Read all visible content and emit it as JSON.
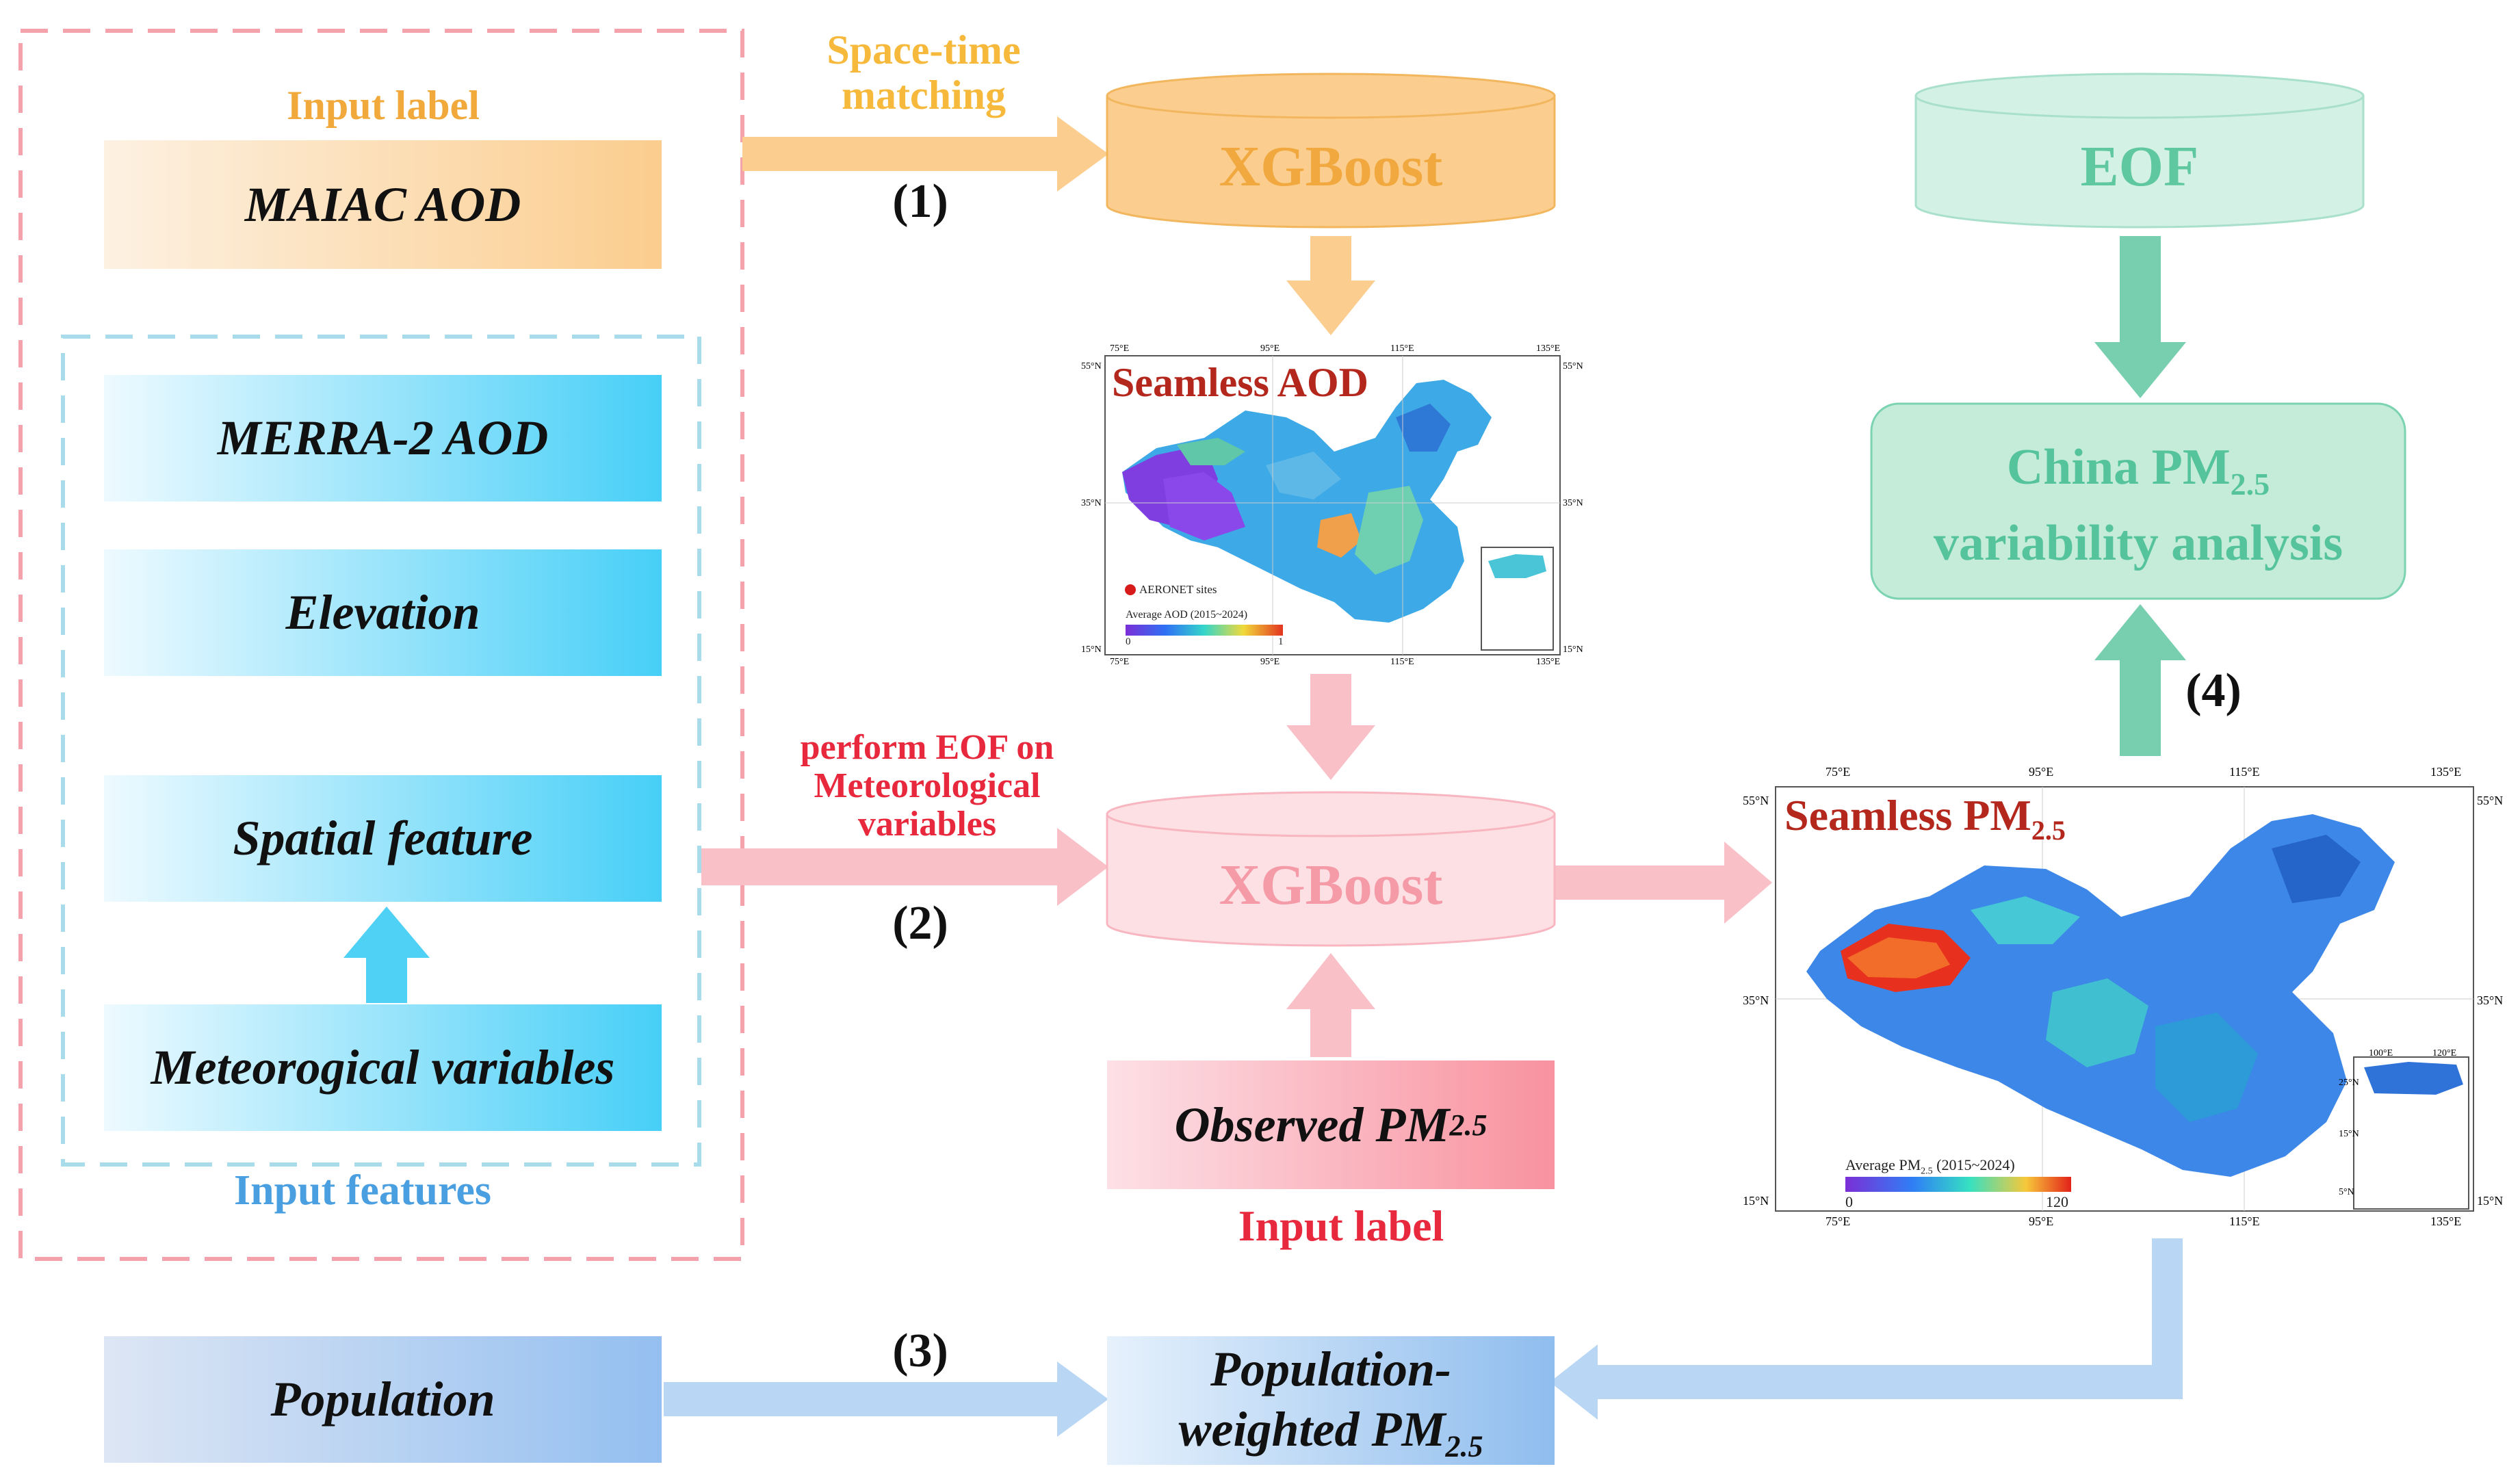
{
  "input_label_top": "Input label",
  "input_label_bottom": "Input label",
  "input_features": "Input features",
  "boxes": {
    "maiac": "MAIAC AOD",
    "merra": "MERRA-2 AOD",
    "elevation": "Elevation",
    "spatial": "Spatial feature",
    "meteo": "Meteorogical variables",
    "population": "Population",
    "observed": "Observed PM",
    "observed_sub": "2.5",
    "popweighted_line1": "Population-",
    "popweighted_line2": "weighted PM",
    "popweighted_sub": "2.5"
  },
  "arrows": {
    "step1_top": "Space-time",
    "step1_bottom": "matching",
    "step1_num": "(1)",
    "step2_line1": "perform EOF on",
    "step2_line2": "Meteorological",
    "step2_line3": "variables",
    "step2_num": "(2)",
    "step3_num": "(3)",
    "step4_num": "(4)"
  },
  "cylinders": {
    "xgb1": "XGBoost",
    "xgb2": "XGBoost",
    "eof": "EOF"
  },
  "analysis": {
    "line1": "China PM",
    "line1_sub": "2.5",
    "line2": "variability analysis"
  },
  "map_aod": {
    "title": "Seamless AOD",
    "legend_sites": "AERONET sites",
    "legend_title": "Average AOD (2015~2024)",
    "legend_min": "0",
    "legend_max": "1",
    "lon_ticks": [
      "75°E",
      "95°E",
      "115°E",
      "135°E"
    ],
    "lat_ticks": [
      "55°N",
      "35°N",
      "15°N"
    ]
  },
  "map_pm": {
    "title": "Seamless PM",
    "title_sub": "2.5",
    "legend_title": "Average PM",
    "legend_title_sub": "2.5",
    "legend_title_tail": " (2015~2024)",
    "legend_min": "0",
    "legend_max": "120",
    "lon_ticks": [
      "75°E",
      "95°E",
      "115°E",
      "135°E"
    ],
    "lat_ticks": [
      "55°N",
      "35°N",
      "15°N"
    ],
    "inset_lon_ticks": [
      "100°E",
      "120°E"
    ],
    "inset_lat_ticks": [
      "25°N",
      "15°N",
      "5°N"
    ]
  },
  "colors": {
    "orange": "#f7b14a",
    "pink_dash": "#f4a3ad",
    "blue_dash": "#a8dcea",
    "cyan": "#4fd1f5",
    "teal": "#78cfb0",
    "red_text": "#e8283c",
    "blue_text": "#4a9fe0",
    "map_title": "#b3271d"
  }
}
